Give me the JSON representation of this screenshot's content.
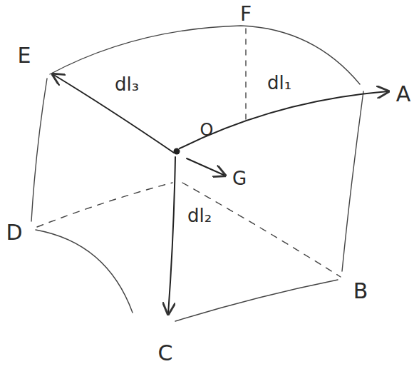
{
  "diagram": {
    "labels": [
      "E",
      "F",
      "A",
      "dl₃",
      "dl₁",
      "O",
      "G",
      "D",
      "dl₂",
      "B",
      "C"
    ]
  }
}
